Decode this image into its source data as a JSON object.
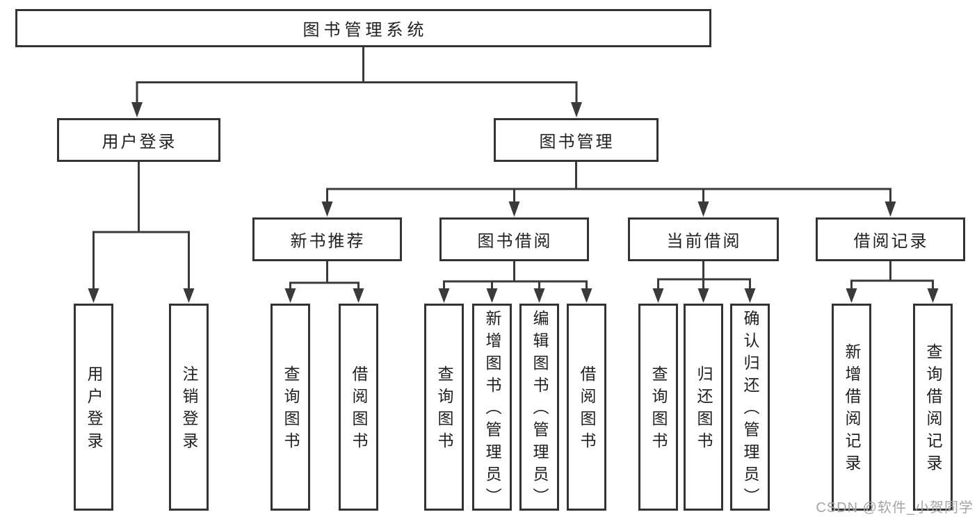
{
  "diagram": {
    "root": {
      "label": "图书管理系统"
    },
    "branches": [
      {
        "label": "用户登录",
        "children": [
          {
            "label": "用户登录"
          },
          {
            "label": "注销登录"
          }
        ]
      },
      {
        "label": "图书管理",
        "children": [
          {
            "label": "新书推荐",
            "children": [
              {
                "label": "查询图书"
              },
              {
                "label": "借阅图书"
              }
            ]
          },
          {
            "label": "图书借阅",
            "children": [
              {
                "label": "查询图书"
              },
              {
                "label": "新增图书（管理员）"
              },
              {
                "label": "编辑图书（管理员）"
              },
              {
                "label": "借阅图书"
              }
            ]
          },
          {
            "label": "当前借阅",
            "children": [
              {
                "label": "查询图书"
              },
              {
                "label": "归还图书"
              },
              {
                "label": "确认归还（管理员）"
              }
            ]
          },
          {
            "label": "借阅记录",
            "children": [
              {
                "label": "新增借阅记录"
              },
              {
                "label": "查询借阅记录"
              }
            ]
          }
        ]
      }
    ]
  },
  "watermark": {
    "text": "CSDN @软件_小贺同学"
  },
  "colors": {
    "line": "#3a3a3a",
    "border": "#333333",
    "text": "#1f1f1f",
    "background": "#ffffff",
    "watermark_gray": "#a5a5a5"
  }
}
